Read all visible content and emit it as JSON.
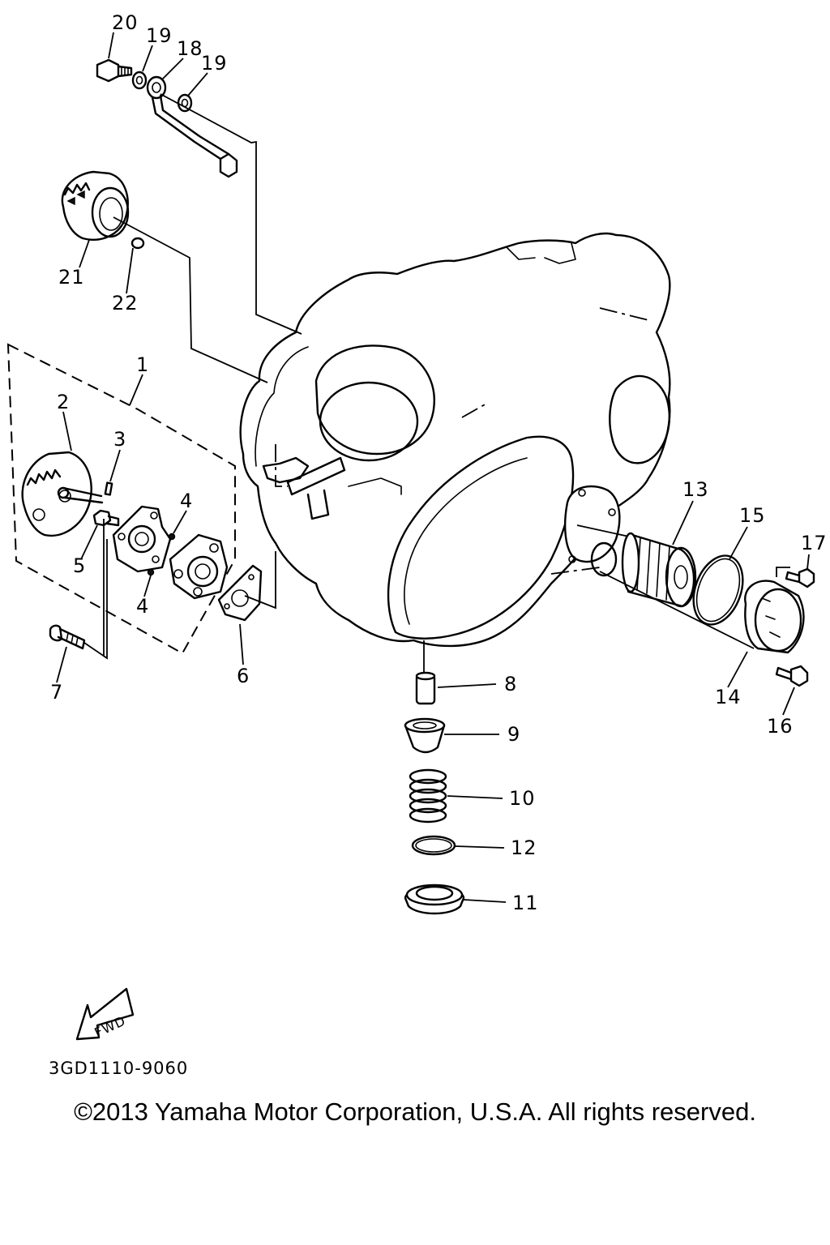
{
  "diagram": {
    "parts": [
      {
        "id": "p1",
        "label": "1"
      },
      {
        "id": "p2",
        "label": "2"
      },
      {
        "id": "p3",
        "label": "3"
      },
      {
        "id": "p4a",
        "label": "4"
      },
      {
        "id": "p4b",
        "label": "4"
      },
      {
        "id": "p5",
        "label": "5"
      },
      {
        "id": "p6",
        "label": "6"
      },
      {
        "id": "p7",
        "label": "7"
      },
      {
        "id": "p8",
        "label": "8"
      },
      {
        "id": "p9",
        "label": "9"
      },
      {
        "id": "p10",
        "label": "10"
      },
      {
        "id": "p11",
        "label": "11"
      },
      {
        "id": "p12",
        "label": "12"
      },
      {
        "id": "p13",
        "label": "13"
      },
      {
        "id": "p14",
        "label": "14"
      },
      {
        "id": "p15",
        "label": "15"
      },
      {
        "id": "p16",
        "label": "16"
      },
      {
        "id": "p17",
        "label": "17"
      },
      {
        "id": "p18",
        "label": "18"
      },
      {
        "id": "p19a",
        "label": "19"
      },
      {
        "id": "p19b",
        "label": "19"
      },
      {
        "id": "p20",
        "label": "20"
      },
      {
        "id": "p21",
        "label": "21"
      },
      {
        "id": "p22",
        "label": "22"
      }
    ],
    "fwd_label": "FWD",
    "reference_code": "3GD1110-9060"
  },
  "footer": {
    "copyright": "©2013 Yamaha Motor Corporation, U.S.A. All rights reserved."
  }
}
